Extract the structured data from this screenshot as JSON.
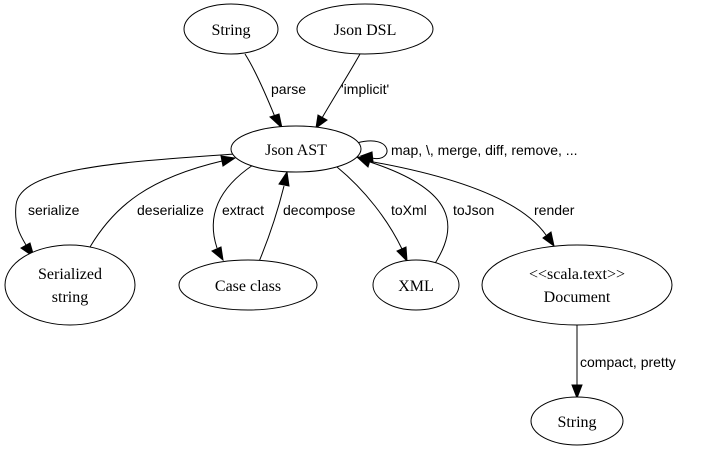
{
  "diagram": {
    "nodes": {
      "string_in": [
        "String"
      ],
      "json_dsl": [
        "Json DSL"
      ],
      "json_ast": [
        "Json AST"
      ],
      "serialized": [
        "Serialized",
        "string"
      ],
      "case_class": [
        "Case class"
      ],
      "xml": [
        "XML"
      ],
      "document": [
        "<<scala.text>>",
        "Document"
      ],
      "string_out": [
        "String"
      ]
    },
    "edges": {
      "parse": "parse",
      "implicit": "'implicit'",
      "self_ops": "map, \\, merge, diff, remove, ...",
      "serialize": "serialize",
      "deserialize": "deserialize",
      "extract": "extract",
      "decompose": "decompose",
      "to_xml": "toXml",
      "to_json": "toJson",
      "render": "render",
      "compact_pretty": "compact, pretty"
    }
  }
}
